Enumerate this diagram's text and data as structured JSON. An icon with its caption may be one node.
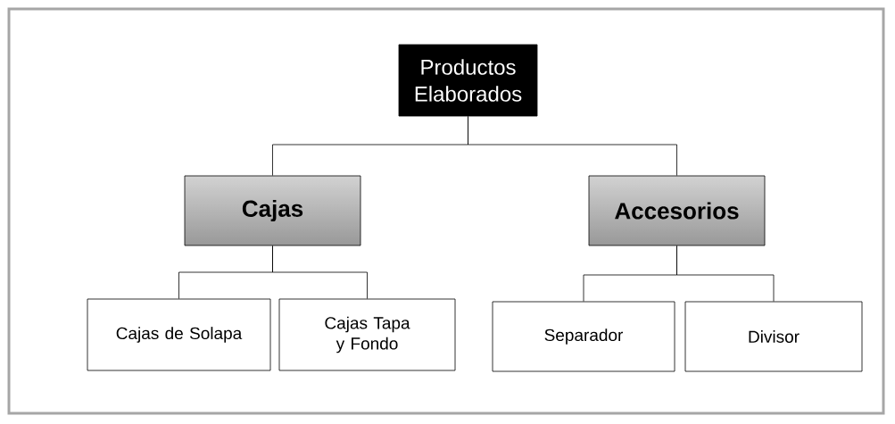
{
  "diagram": {
    "nodes": [
      {
        "text": [
          "Productos Elaborados"
        ]
      },
      {
        "text": [
          "Cajas"
        ]
      },
      {
        "text": [
          "Accesorios"
        ]
      },
      {
        "text": [
          "Cajas de Solapa"
        ]
      },
      {
        "text": [
          "Cajas Tapa y Fondo"
        ]
      },
      {
        "text": [
          "Separador"
        ]
      },
      {
        "text": [
          "Divisor"
        ]
      }
    ],
    "edges": [
      {
        "from": 0,
        "to": 1,
        "arrow": "none"
      },
      {
        "from": 0,
        "to": 2,
        "arrow": "none"
      },
      {
        "from": 1,
        "to": 3,
        "arrow": "none"
      },
      {
        "from": 1,
        "to": 4,
        "arrow": "none"
      },
      {
        "from": 2,
        "to": 5,
        "arrow": "none"
      },
      {
        "from": 2,
        "to": 6,
        "arrow": "none"
      }
    ]
  }
}
